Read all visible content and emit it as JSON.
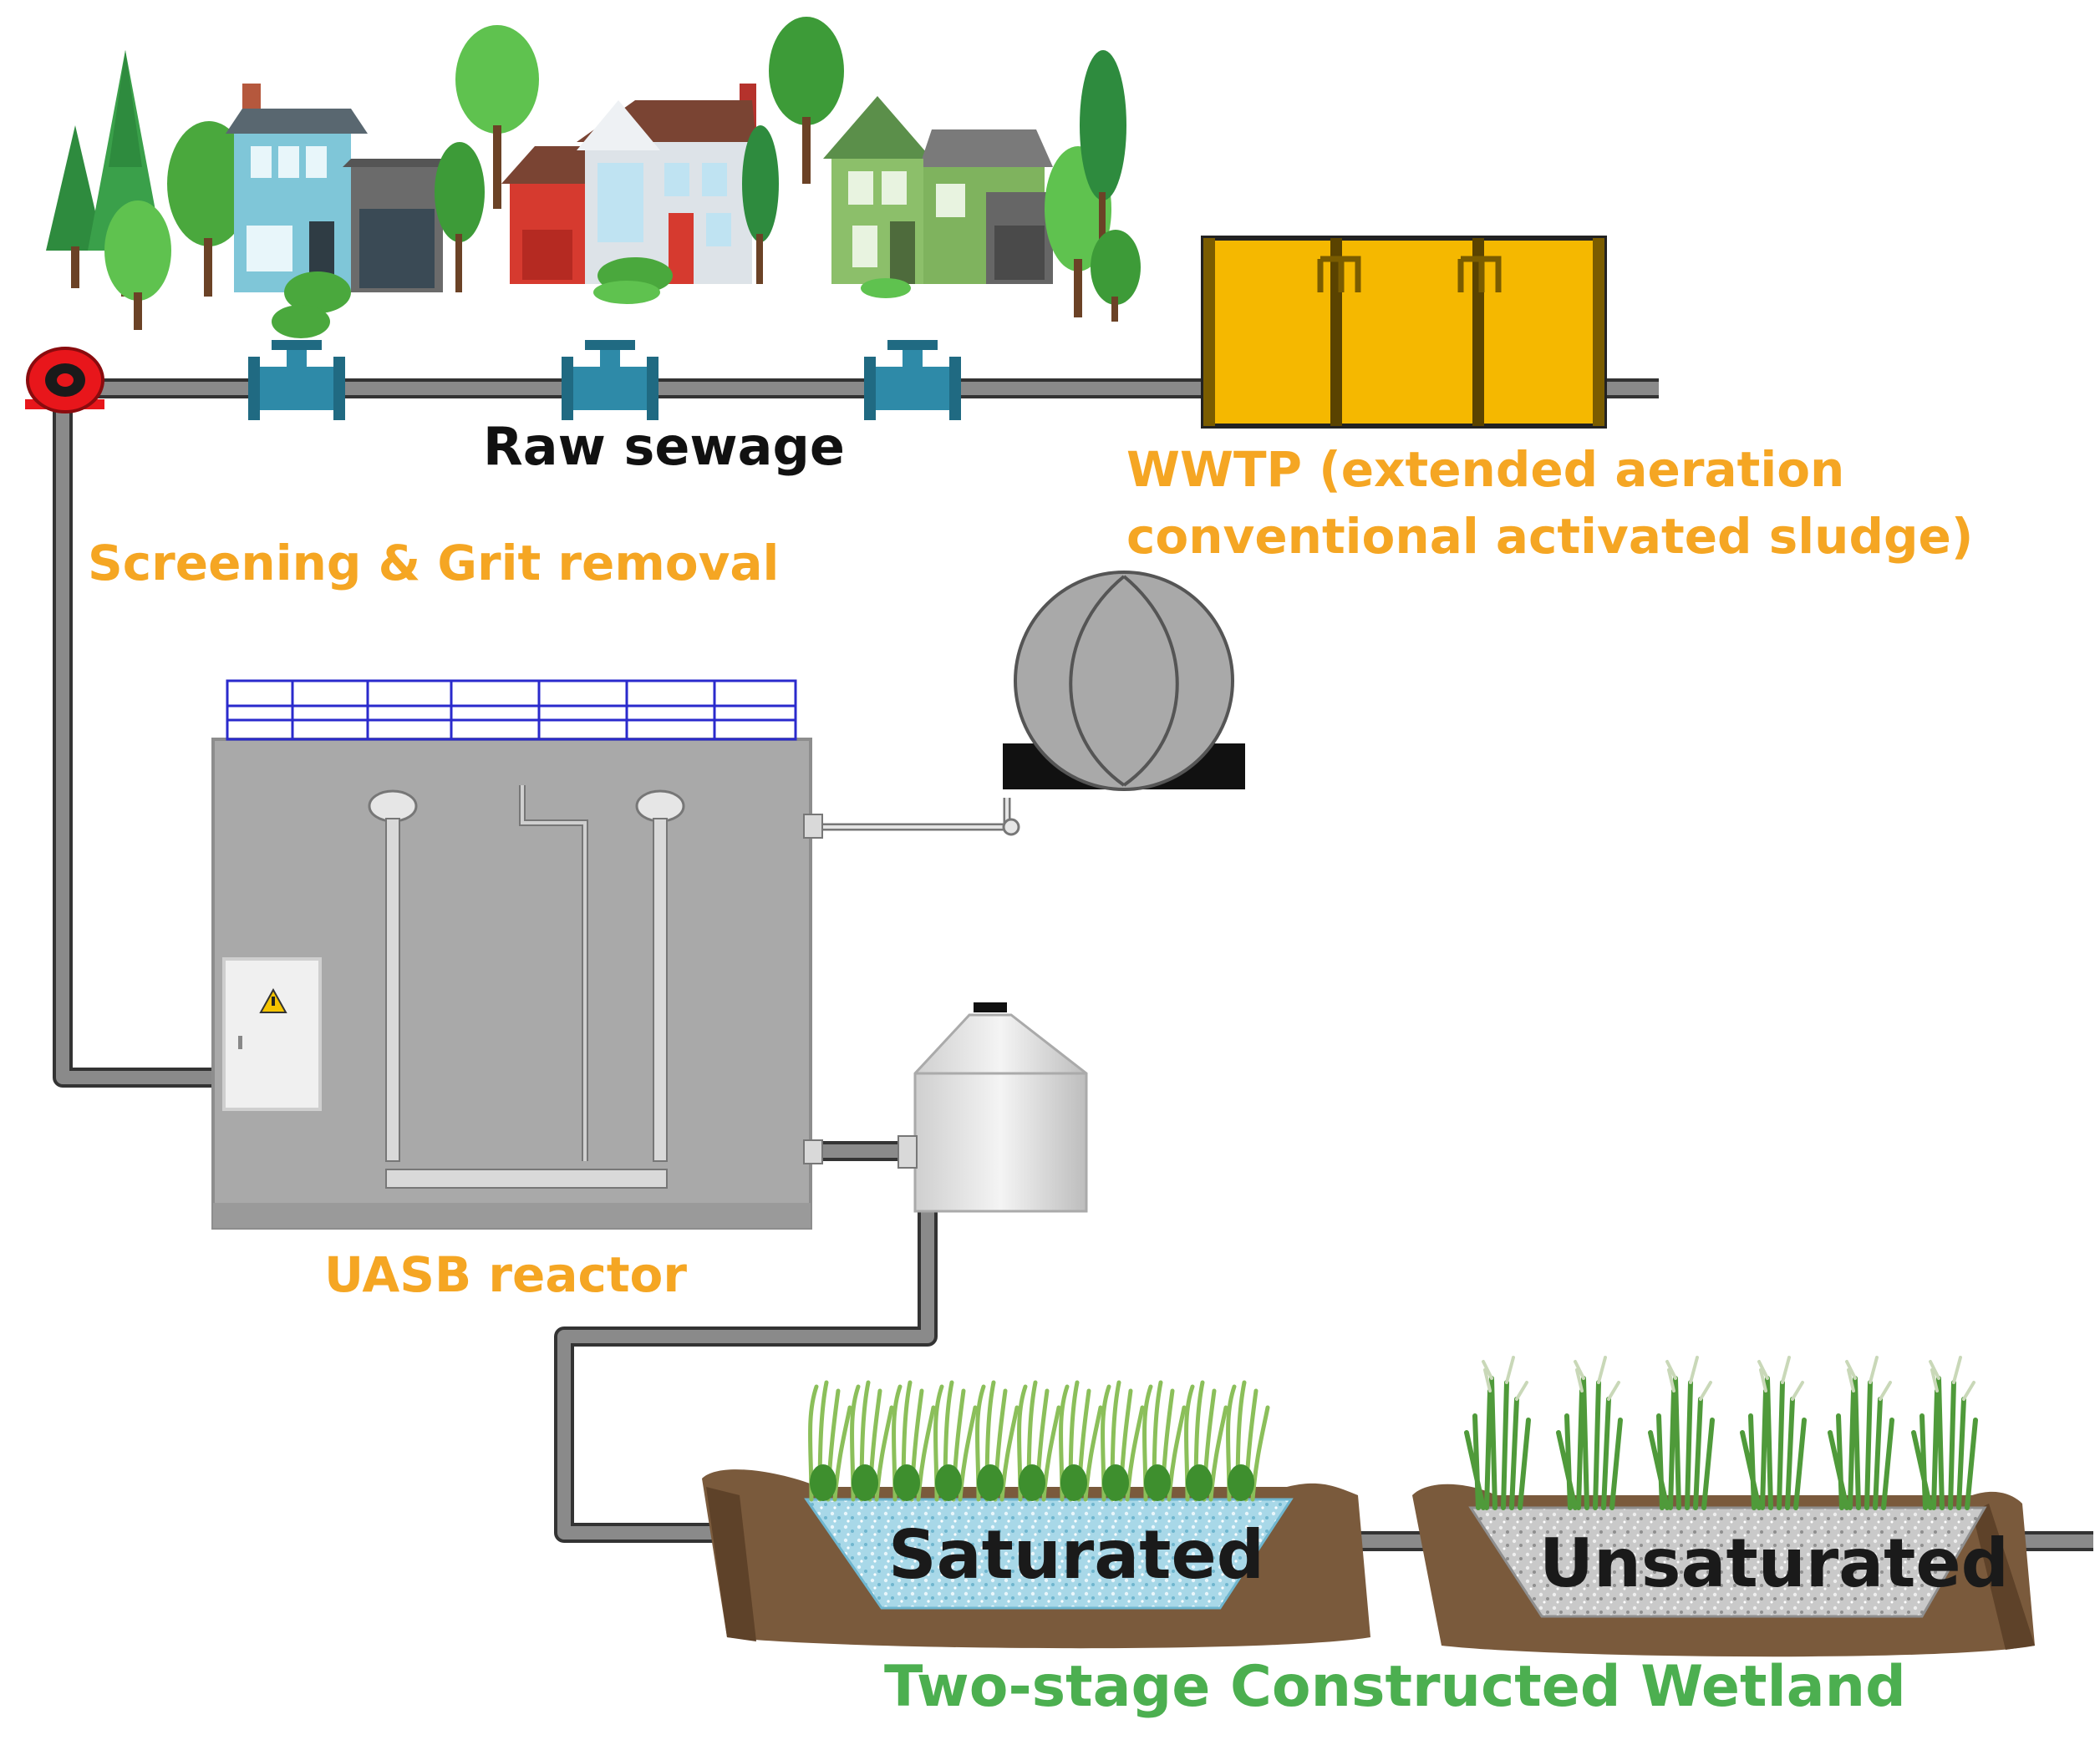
{
  "labels": {
    "raw_sewage": "Raw sewage",
    "screening": "Screening & Grit removal",
    "wwtp_line1": "WWTP (extended aeration",
    "wwtp_line2": "conventional activated sludge)",
    "uasb": "UASB reactor",
    "saturated": "Saturated",
    "unsaturated": "Unsaturated",
    "wetland": "Two-stage Constructed Wetland"
  },
  "colors": {
    "label_orange": "#f5a623",
    "label_green": "#4caf50",
    "pipe": "#777777",
    "tank_yellow": "#f5b800",
    "reactor_gray": "#a9a9a9",
    "valve_blue": "#2e8aa8",
    "pump_red": "#e8161b",
    "soil": "#7a5a3c",
    "gravel_saturated": "#a8d8e8",
    "gravel_unsaturated": "#c9c9c9"
  },
  "icons": [
    "pump-icon",
    "valve-icon",
    "house-icon",
    "tree-icon",
    "warning-icon",
    "reed-icon"
  ]
}
